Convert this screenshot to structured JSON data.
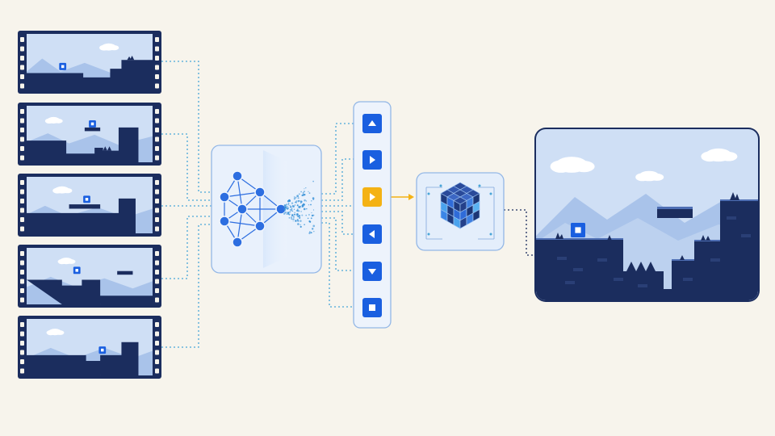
{
  "colors": {
    "background": "#f7f4ec",
    "navy": "#1b2d5e",
    "sky": "#cfdff5",
    "mountain": "#a9c3ea",
    "accent_blue": "#1a5fe0",
    "accent_yellow": "#f4b214",
    "connector": "#4aa6d8",
    "panel": "#e4eefb",
    "panel_border": "#93b7e6"
  },
  "frames": [
    {
      "name": "frame-1",
      "player": "left-ground"
    },
    {
      "name": "frame-2",
      "player": "on-floating-block"
    },
    {
      "name": "frame-3",
      "player": "on-floating-platform"
    },
    {
      "name": "frame-4",
      "player": "over-gap"
    },
    {
      "name": "frame-5",
      "player": "on-step"
    }
  ],
  "model": {
    "icon": "neural-network-icon"
  },
  "actions": [
    {
      "icon": "arrow-up-icon",
      "selected": false
    },
    {
      "icon": "arrow-right-icon",
      "selected": false
    },
    {
      "icon": "arrow-right-icon",
      "selected": true
    },
    {
      "icon": "arrow-left-icon",
      "selected": false
    },
    {
      "icon": "arrow-down-icon",
      "selected": false
    },
    {
      "icon": "stop-square-icon",
      "selected": false
    }
  ],
  "world_model": {
    "icon": "cube-icon"
  },
  "output_scene": {
    "icon": "game-scene-icon"
  }
}
